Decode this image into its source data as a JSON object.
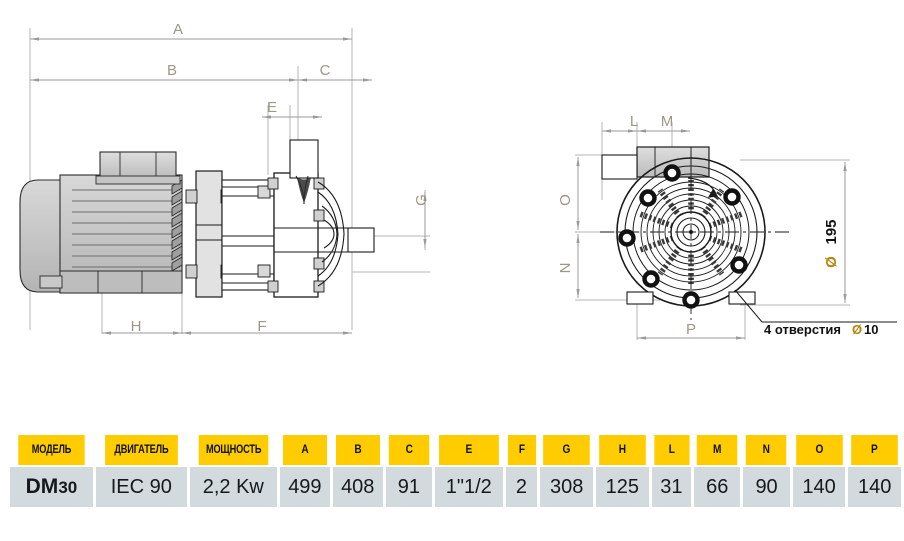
{
  "drawing": {
    "left_view": {
      "name": "pump-side-elevation",
      "dimension_labels": [
        "A",
        "B",
        "C",
        "E",
        "F",
        "G",
        "H"
      ]
    },
    "right_view": {
      "name": "pump-front-elevation",
      "dimension_labels": [
        "L",
        "M",
        "O",
        "N",
        "P"
      ],
      "diameter_label": "195",
      "diameter_symbol": "Ø",
      "hole_note": "4 отверстия",
      "hole_note_symbol": "Ø",
      "hole_note_value": "10"
    }
  },
  "table": {
    "headers": [
      "МОДЕЛЬ",
      "ДВИГАТЕЛЬ",
      "МОЩНОСТЬ",
      "A",
      "B",
      "C",
      "E",
      "F",
      "G",
      "H",
      "L",
      "M",
      "N",
      "O",
      "P"
    ],
    "rows": [
      {
        "model": "DM30",
        "model_prefix": "DM",
        "model_suffix": "30",
        "motor": "IEC 90",
        "power": "2,2 Kw",
        "A": "499",
        "B": "408",
        "C": "91",
        "E": "1\"1/2",
        "F": "2",
        "G": "308",
        "H": "125",
        "L": "31",
        "M": "66",
        "N": "90",
        "O": "140",
        "P": "140"
      }
    ]
  },
  "colors": {
    "header_bg": "#FFCC00",
    "row_bg": "#D3DADD",
    "dimension_text": "#9c9787",
    "body_fill": "#c8c8c8",
    "outline": "#1a1a1a"
  }
}
